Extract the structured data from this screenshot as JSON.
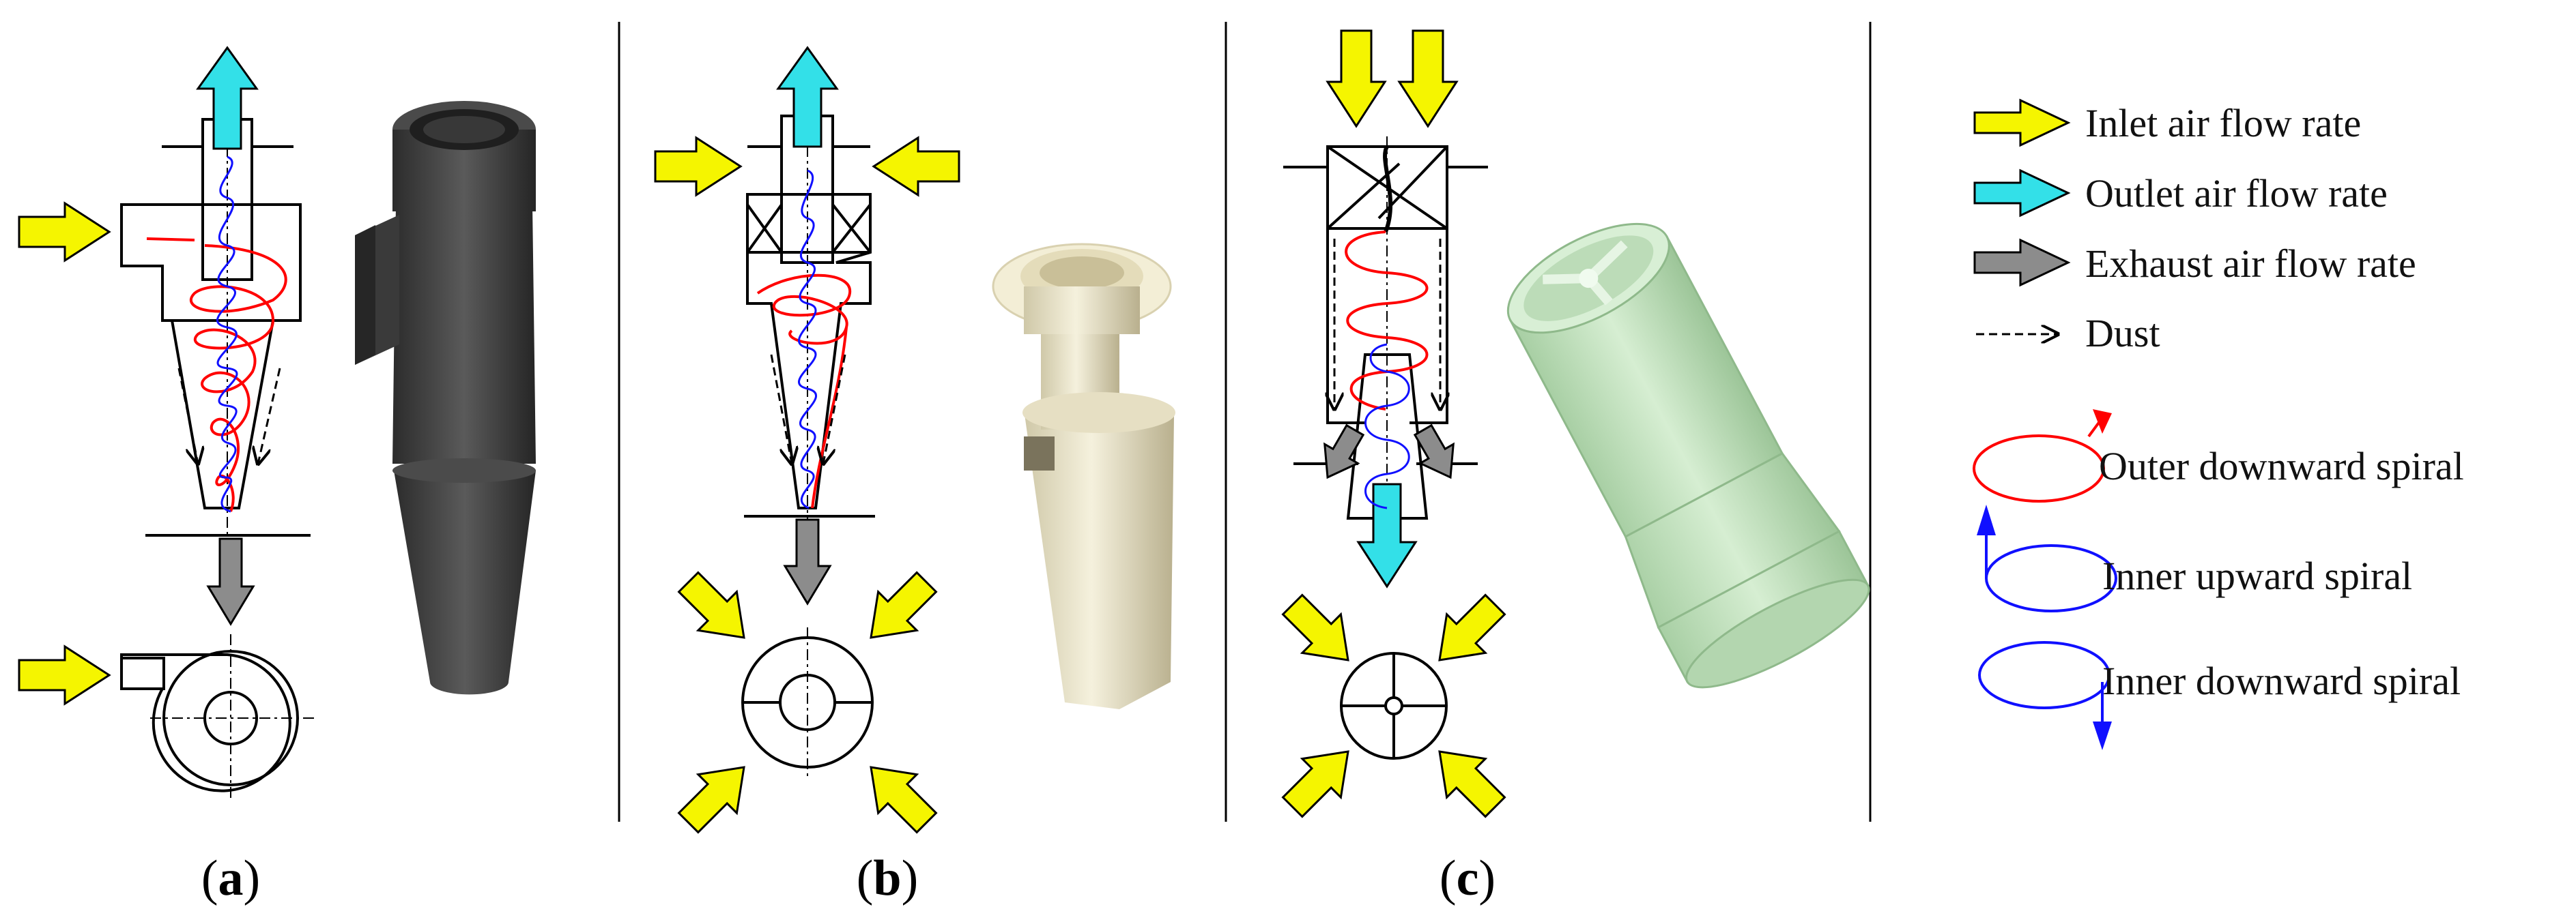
{
  "legend": {
    "inlet": "Inlet air flow rate",
    "outlet": "Outlet air flow rate",
    "exhaust": "Exhaust air flow rate",
    "dust": "Dust",
    "outer_down": "Outer downward spiral",
    "inner_up": "Inner upward spiral",
    "inner_down": "Inner downward spiral"
  },
  "panels": {
    "a": "a",
    "b": "b",
    "c": "c"
  },
  "colors": {
    "inlet_arrow": "#f5f500",
    "outlet_arrow": "#33e0e8",
    "exhaust_arrow": "#8c8c8c",
    "outer_spiral": "#ff0000",
    "inner_spiral": "#1010ff",
    "model_a": "#3c3c3c",
    "model_b": "#eee8cc",
    "model_c": "#c9e7c6"
  },
  "icons": [
    "yellow-arrow-icon",
    "cyan-arrow-icon",
    "gray-arrow-icon",
    "dashed-arrow-icon",
    "spiral-icon"
  ]
}
